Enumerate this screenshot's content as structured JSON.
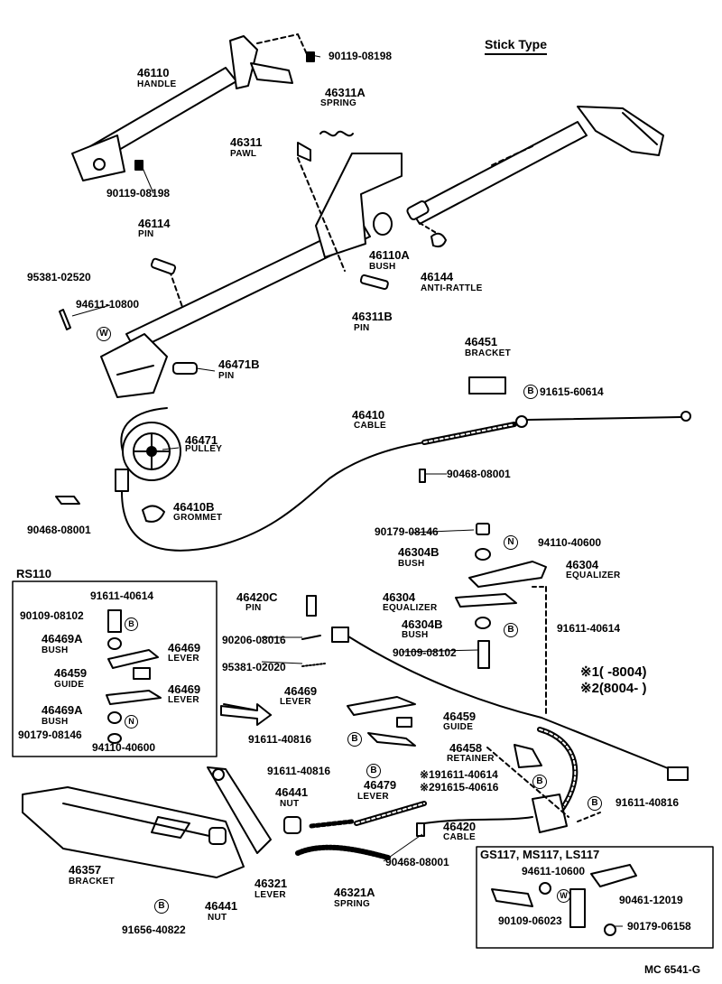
{
  "title": "Stick Type",
  "footer": "MC 6541-G",
  "rs110_header": "RS110",
  "gs117_header": "GS117, MS117, LS117",
  "legend": {
    "line1": "※1(      -8004)",
    "line2": "※2(8004-      )"
  },
  "markers": {
    "b": "B",
    "w": "W",
    "n": "N"
  },
  "parts": {
    "p46110": {
      "num": "46110",
      "name": "HANDLE"
    },
    "p46311A": {
      "num": "46311A",
      "name": "SPRING"
    },
    "p46311": {
      "num": "46311",
      "name": "PAWL"
    },
    "p46114": {
      "num": "46114",
      "name": "PIN"
    },
    "p46110A": {
      "num": "46110A",
      "name": "BUSH"
    },
    "p46144": {
      "num": "46144",
      "name": "ANTI-RATTLE"
    },
    "p46311B": {
      "num": "46311B",
      "name": "PIN"
    },
    "p46471B": {
      "num": "46471B",
      "name": "PIN"
    },
    "p46451": {
      "num": "46451",
      "name": "BRACKET"
    },
    "p46410": {
      "num": "46410",
      "name": "CABLE"
    },
    "p46471": {
      "num": "46471",
      "name": "PULLEY"
    },
    "p46410B": {
      "num": "46410B",
      "name": "GROMMET"
    },
    "p46304B_a": {
      "num": "46304B",
      "name": "BUSH"
    },
    "p46304_a": {
      "num": "46304",
      "name": "EQUALIZER"
    },
    "p46304_b": {
      "num": "46304",
      "name": "EQUALIZER"
    },
    "p46304B_b": {
      "num": "46304B",
      "name": "BUSH"
    },
    "p46420C": {
      "num": "46420C",
      "name": "PIN"
    },
    "p46469A_a": {
      "num": "46469A",
      "name": "BUSH"
    },
    "p46469_a": {
      "num": "46469",
      "name": "LEVER"
    },
    "p46459_a": {
      "num": "46459",
      "name": "GUIDE"
    },
    "p46469_b": {
      "num": "46469",
      "name": "LEVER"
    },
    "p46469A_b": {
      "num": "46469A",
      "name": "BUSH"
    },
    "p46469_c": {
      "num": "46469",
      "name": "LEVER"
    },
    "p46459_b": {
      "num": "46459",
      "name": "GUIDE"
    },
    "p46458": {
      "num": "46458",
      "name": "RETAINER"
    },
    "p46479": {
      "num": "46479",
      "name": "LEVER"
    },
    "p46441_a": {
      "num": "46441",
      "name": "NUT"
    },
    "p46420": {
      "num": "46420",
      "name": "CABLE"
    },
    "p46357": {
      "num": "46357",
      "name": "BRACKET"
    },
    "p46321": {
      "num": "46321",
      "name": "LEVER"
    },
    "p46321A": {
      "num": "46321A",
      "name": "SPRING"
    },
    "p46441_b": {
      "num": "46441",
      "name": "NUT"
    }
  },
  "fasteners": {
    "f1": "90119-08198",
    "f2": "90119-08198",
    "f3": "95381-02520",
    "f4": "94611-10800",
    "f5": "91615-60614",
    "f6": "90468-08001",
    "f7": "90468-08001",
    "f8": "90179-08146",
    "f9": "94110-40600",
    "f10": "91611-40614",
    "f11": "90109-08102",
    "f12": "91611-40614",
    "f13": "90109-08102",
    "f14": "90206-08016",
    "f15": "95381-02020",
    "f16": "90179-08146",
    "f17": "94110-40600",
    "f18": "91611-40816",
    "f19": "91611-40816",
    "f20": "※191611-40614",
    "f21": "※291615-40616",
    "f22": "91611-40816",
    "f23": "90468-08001",
    "f24": "91656-40822",
    "f25": "94611-10600",
    "f26": "90461-12019",
    "f27": "90109-06023",
    "f28": "90179-06158"
  }
}
